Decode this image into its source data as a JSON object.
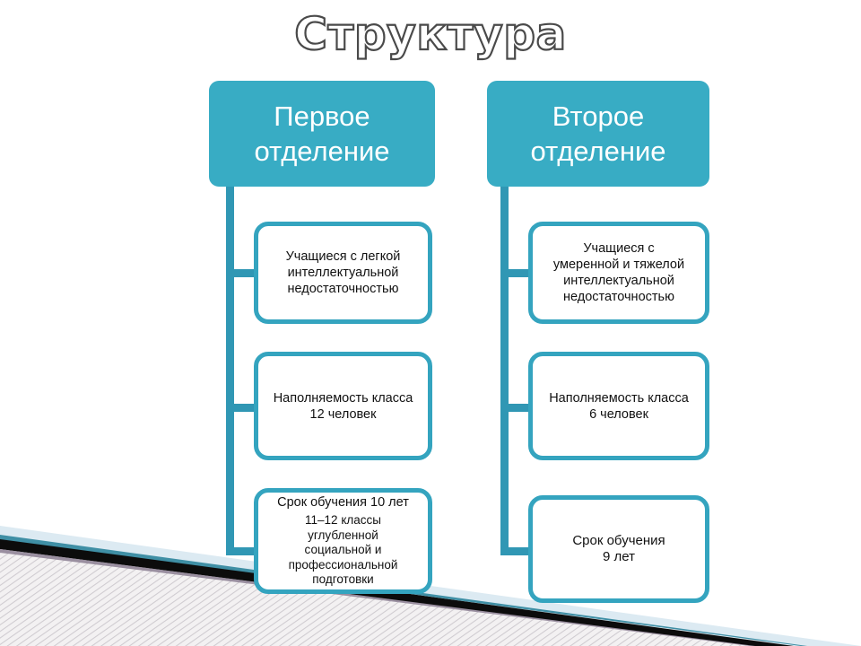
{
  "slide": {
    "title": "Структура",
    "background_color": "#ffffff",
    "accent_color": "#38acc4",
    "accent_dark_color": "#3097b4",
    "border_color": "#34a4bf",
    "title_outline_color": "#4a4a4a",
    "decor": {
      "wedge_light_color": "#dcebf2",
      "stripe_dark_color": "#0b0b0b",
      "hatch_color": "#d8d5d8",
      "hatch_base_color": "#f2f0f1",
      "thin_line_color": "#8a7f8f"
    }
  },
  "columns": [
    {
      "header": "Первое\nотделение",
      "items": [
        {
          "main": "Учащиеся с легкой\nинтеллектуальной\nнедостаточностью",
          "sub": ""
        },
        {
          "main": "Наполняемость класса\n12 человек",
          "sub": ""
        },
        {
          "main": "Срок обучения 10 лет",
          "sub": "11–12 классы\nуглубленной\nсоциальной и\nпрофессиональной\nподготовки"
        }
      ]
    },
    {
      "header": "Второе\nотделение",
      "items": [
        {
          "main": "Учащиеся с\nумеренной и тяжелой\nинтеллектуальной\nнедостаточностью",
          "sub": ""
        },
        {
          "main": "Наполняемость класса\n6 человек",
          "sub": ""
        },
        {
          "main": "Срок обучения\n9 лет",
          "sub": ""
        }
      ]
    }
  ]
}
